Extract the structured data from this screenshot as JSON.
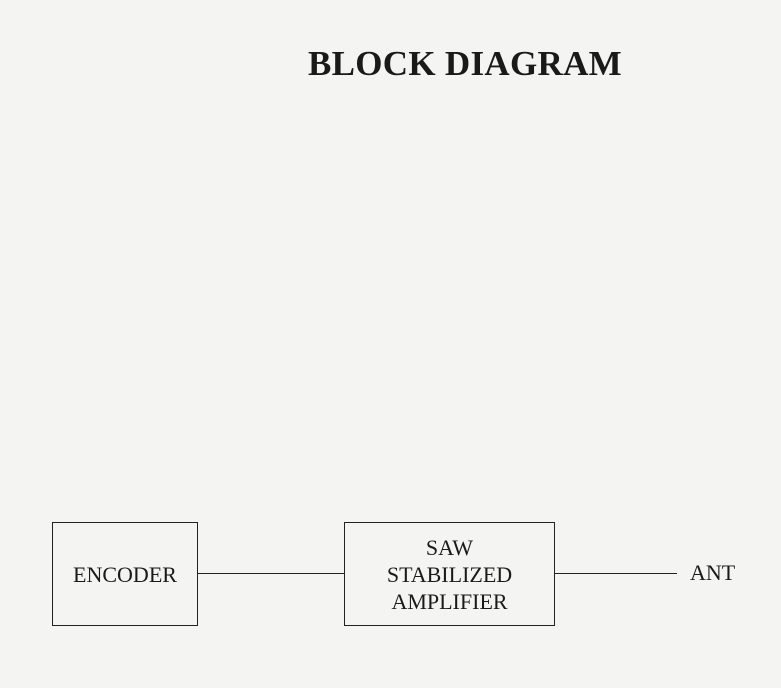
{
  "title": "BLOCK DIAGRAM",
  "blocks": {
    "encoder": "ENCODER",
    "amplifier": [
      "SAW",
      "STABILIZED",
      "AMPLIFIER"
    ]
  },
  "output_label": "ANT"
}
